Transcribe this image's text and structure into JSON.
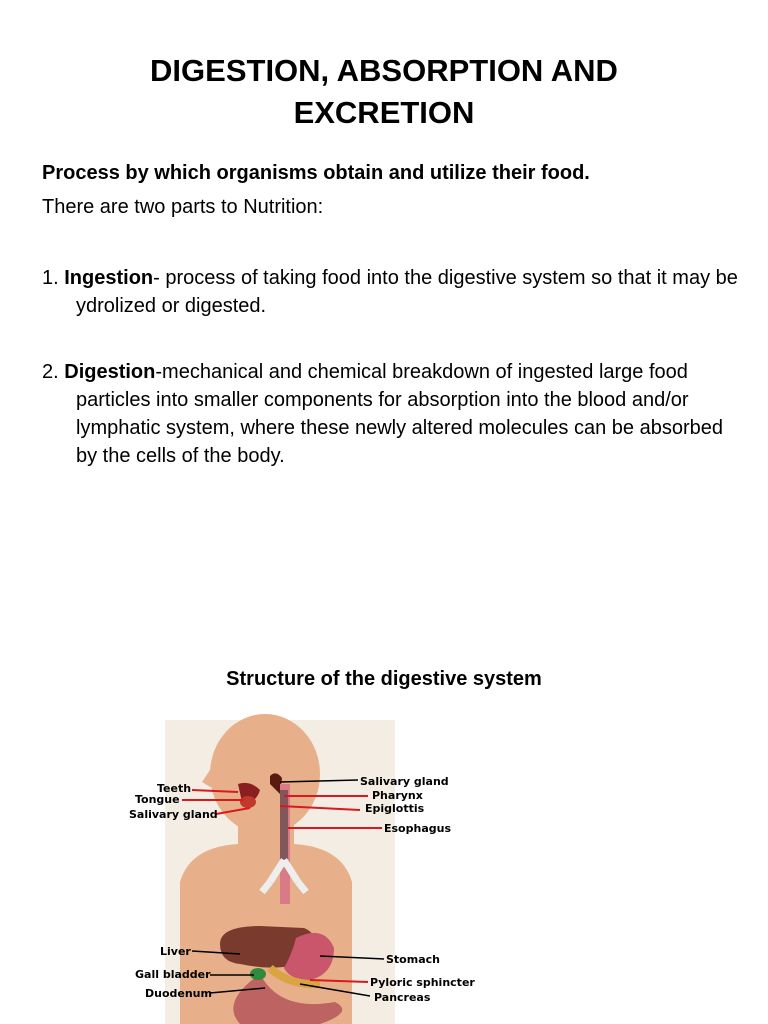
{
  "title": {
    "line1": "DIGESTION, ABSORPTION AND",
    "line2": "EXCRETION"
  },
  "intro": {
    "bold_line": "Process by which organisms obtain and utilize their food.",
    "line": "There are two parts to Nutrition:"
  },
  "items": [
    {
      "number": "1.",
      "term": "Ingestion",
      "text": "- process of taking food into the digestive system so that it may be ydrolized or digested."
    },
    {
      "number": "2.",
      "term": "Digestion",
      "text": "-mechanical and chemical breakdown of ingested large food particles into smaller components for absorption into the blood and/or lymphatic system, where these newly altered molecules can be absorbed by the cells of the body."
    }
  ],
  "diagram": {
    "caption": "Structure of the digestive system",
    "labels_left": {
      "teeth": "Teeth",
      "tongue": "Tongue",
      "salivary_gland": "Salivary gland",
      "liver": "Liver",
      "gall_bladder": "Gall bladder",
      "duodenum": "Duodenum"
    },
    "labels_right": {
      "salivary_gland": "Salivary gland",
      "pharynx": "Pharynx",
      "epiglottis": "Epiglottis",
      "esophagus": "Esophagus",
      "stomach": "Stomach",
      "pyloric_sphincter": "Pyloric sphincter",
      "pancreas": "Pancreas"
    },
    "colors": {
      "skin": "#e8b08a",
      "leader_red": "#d71920",
      "leader_black": "#000000",
      "liver": "#7a3b2e",
      "stomach": "#c9566a",
      "esophagus": "#d97b86"
    }
  }
}
